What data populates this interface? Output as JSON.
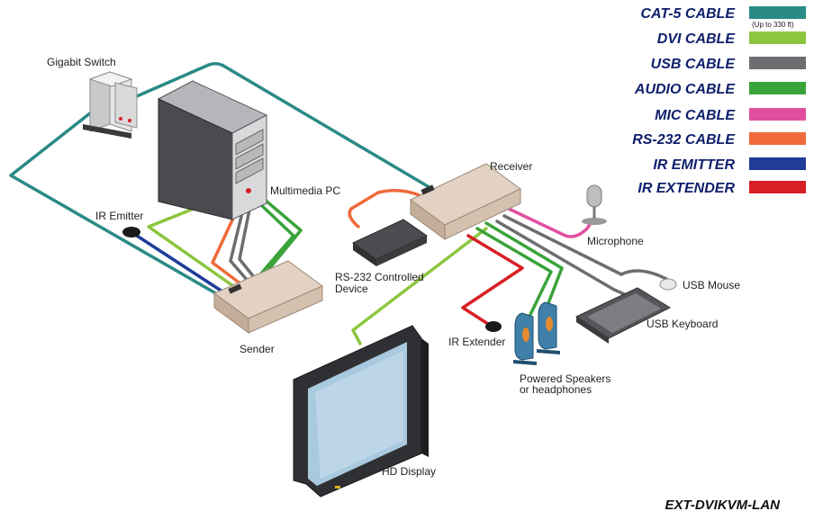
{
  "legend": [
    {
      "label": "CAT-5 CABLE",
      "note": "(Up to 330 ft)",
      "color": "#2a8a86"
    },
    {
      "label": "DVI CABLE",
      "color": "#8cc63f"
    },
    {
      "label": "USB CABLE",
      "color": "#6d6e71"
    },
    {
      "label": "AUDIO CABLE",
      "color": "#3aa33a"
    },
    {
      "label": "MIC CABLE",
      "color": "#e0509f"
    },
    {
      "label": "RS-232 CABLE",
      "color": "#ee6a3a"
    },
    {
      "label": "IR EMITTER",
      "color": "#1f3c99"
    },
    {
      "label": "IR EXTENDER",
      "color": "#d71f26"
    }
  ],
  "devices": {
    "gigabit_switch": "Gigabit Switch",
    "multimedia_pc": "Multimedia PC",
    "ir_emitter": "IR Emitter",
    "sender": "Sender",
    "receiver": "Receiver",
    "rs232_device": "RS-232 Controlled Device",
    "microphone": "Microphone",
    "usb_mouse": "USB Mouse",
    "usb_keyboard": "USB Keyboard",
    "ir_extender": "IR Extender",
    "speakers": "Powered Speakers or headphones",
    "hd_display": "HD Display"
  },
  "model": "EXT-DVIKVM-LAN"
}
